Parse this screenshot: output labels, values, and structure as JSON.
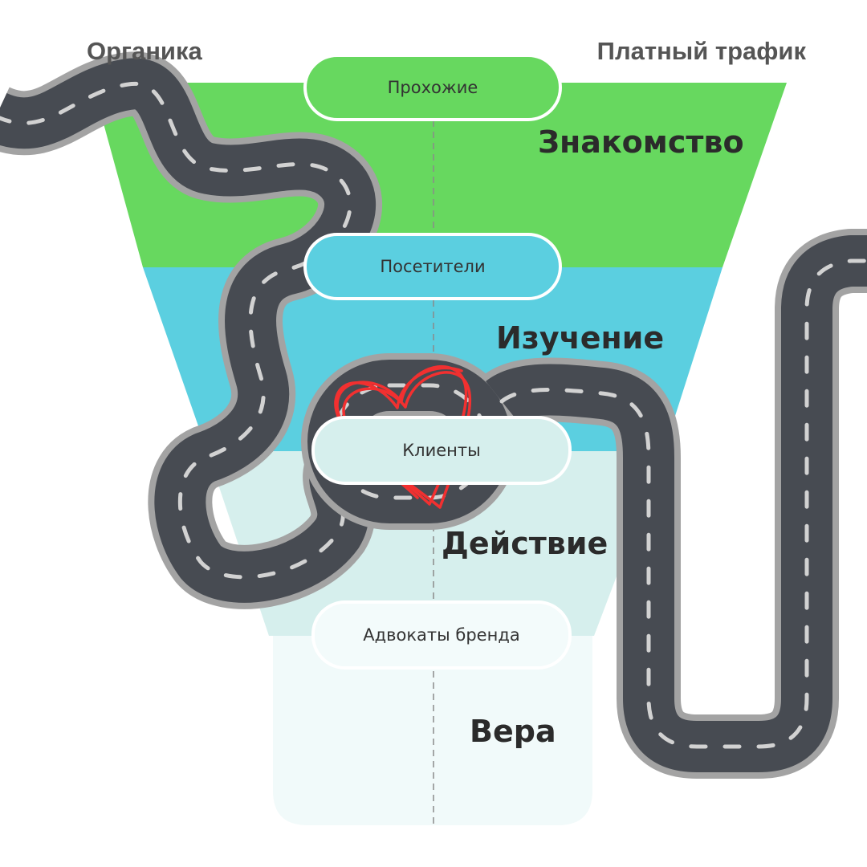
{
  "header": {
    "left_label": "Органика",
    "right_label": "Платный трафик"
  },
  "stages": [
    {
      "pill": "Прохожие",
      "name": "Знакомство",
      "color": "#67d85f"
    },
    {
      "pill": "Посетители",
      "name": "Изучение",
      "color": "#5bcfe0"
    },
    {
      "pill": "Клиенты",
      "name": "Действие",
      "color": "#d6efed"
    },
    {
      "pill": "Адвокаты бренда",
      "name": "Вера",
      "color": "#f1fafa"
    }
  ],
  "colors": {
    "road": "#474b52",
    "road_border": "#a3a3a3",
    "road_marking": "#d2d2d2",
    "heart": "#f23030",
    "label_text": "#555555",
    "stage_text": "#2b2b2b"
  },
  "icons": {
    "heart": "heart-icon"
  }
}
